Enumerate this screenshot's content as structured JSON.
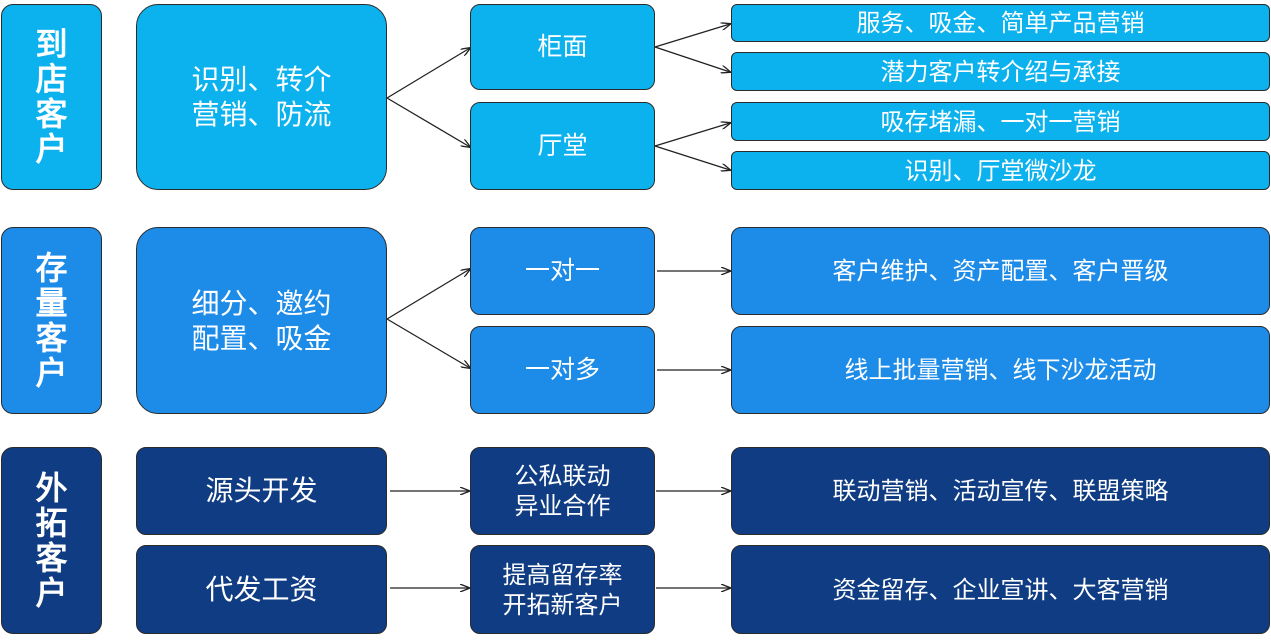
{
  "groups": [
    {
      "title": "到\n店\n客\n户",
      "main": "识别、转介\n营销、防流",
      "channels": [
        {
          "label": "柜面",
          "actions": [
            "服务、吸金、简单产品营销",
            "潜力客户转介绍与承接"
          ]
        },
        {
          "label": "厅堂",
          "actions": [
            "吸存堵漏、一对一营销",
            "识别、厅堂微沙龙"
          ]
        }
      ]
    },
    {
      "title": "存\n量\n客\n户",
      "main": "细分、邀约\n配置、吸金",
      "channels": [
        {
          "label": "一对一",
          "actions": [
            "客户维护、资产配置、客户晋级"
          ]
        },
        {
          "label": "一对多",
          "actions": [
            "线上批量营销、线下沙龙活动"
          ]
        }
      ]
    },
    {
      "title": "外\n拓\n客\n户",
      "rows": [
        {
          "source": "源头开发",
          "method": "公私联动\n异业合作",
          "action": "联动营销、活动宣传、联盟策略"
        },
        {
          "source": "代发工资",
          "method": "提高留存率\n开拓新客户",
          "action": "资金留存、企业宣讲、大客营销"
        }
      ]
    }
  ],
  "colors": {
    "group1": "#0cb2ee",
    "group2": "#1d8be8",
    "group3": "#0f3c82",
    "border": "#2b2b2b",
    "text": "#ffffff"
  }
}
